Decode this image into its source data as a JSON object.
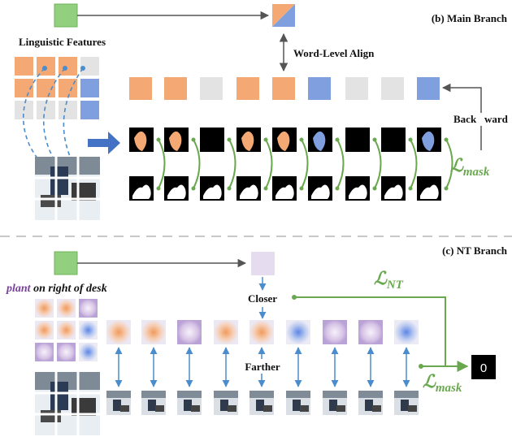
{
  "main_branch": {
    "title": "(b) Main Branch",
    "linguistic_features_label": "Linguistic Features",
    "align_label": "Word-Level Align",
    "backward_left": "Back",
    "backward_right": "ward",
    "loss_symbol": "ℒ",
    "loss_subscript": "mask",
    "feature_sequence": [
      "orange",
      "orange",
      "gray",
      "orange",
      "orange",
      "blue",
      "gray",
      "gray",
      "blue"
    ]
  },
  "nt_branch": {
    "title": "(c) NT Branch",
    "query_highlight": "plant",
    "query_rest": " on right of desk",
    "closer_label": "Closer",
    "farther_label": "Farther",
    "nt_loss_symbol": "ℒ",
    "nt_loss_subscript": "NT",
    "loss_symbol": "ℒ",
    "loss_subscript": "mask",
    "output_value": "0",
    "blob_sequence": [
      "orange",
      "orange",
      "purple",
      "orange",
      "orange",
      "blue",
      "purple",
      "purple",
      "blue"
    ]
  },
  "colors": {
    "orange": "#f4a974",
    "blue": "#7f9fde",
    "gray": "#e3e3e3",
    "green_box": "#92d07f",
    "purple_box": "#e6dcef",
    "arrow_blue": "#4a8ccc",
    "accent_green": "#6aa84f",
    "query_purple": "#7a3fa0"
  }
}
